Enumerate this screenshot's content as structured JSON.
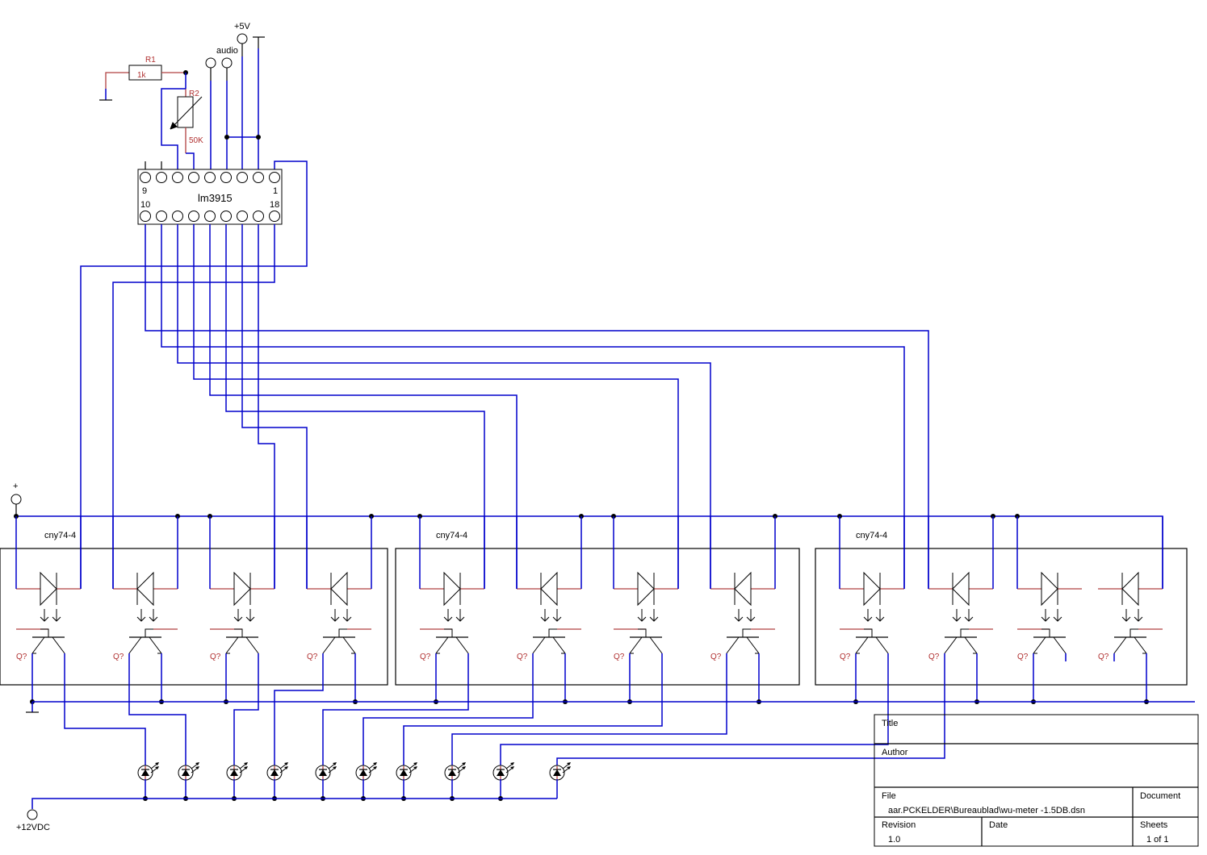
{
  "power": {
    "plus5v_label": "+5V",
    "audio_label": "audio",
    "plus_label": "+",
    "plus12_label": "+12VDC"
  },
  "resistors": {
    "r1": {
      "ref": "R1",
      "value": "1k"
    },
    "r2": {
      "ref": "R2",
      "value": "50K"
    }
  },
  "ic": {
    "name": "lm3915",
    "pin_labels": {
      "top_left": "9",
      "top_right": "1",
      "bottom_left": "10",
      "bottom_right": "18"
    },
    "pins_per_row": 9
  },
  "optocouplers": [
    {
      "label": "cny74-4",
      "channels": [
        {
          "diode_dir": "right",
          "transistor_ref": "Q?",
          "emitter_side": "left"
        },
        {
          "diode_dir": "left",
          "transistor_ref": "Q?",
          "emitter_side": "right"
        },
        {
          "diode_dir": "right",
          "transistor_ref": "Q?",
          "emitter_side": "left"
        },
        {
          "diode_dir": "left",
          "transistor_ref": "Q?",
          "emitter_side": "right"
        }
      ]
    },
    {
      "label": "cny74-4",
      "channels": [
        {
          "diode_dir": "right",
          "transistor_ref": "Q?",
          "emitter_side": "left"
        },
        {
          "diode_dir": "left",
          "transistor_ref": "Q?",
          "emitter_side": "right"
        },
        {
          "diode_dir": "right",
          "transistor_ref": "Q?",
          "emitter_side": "left"
        },
        {
          "diode_dir": "left",
          "transistor_ref": "Q?",
          "emitter_side": "right"
        }
      ]
    },
    {
      "label": "cny74-4",
      "channels": [
        {
          "diode_dir": "right",
          "transistor_ref": "Q?",
          "emitter_side": "left"
        },
        {
          "diode_dir": "left",
          "transistor_ref": "Q?",
          "emitter_side": "right"
        },
        {
          "diode_dir": "right",
          "transistor_ref": "Q?",
          "emitter_side": "left"
        },
        {
          "diode_dir": "left",
          "transistor_ref": "Q?",
          "emitter_side": "right"
        }
      ]
    }
  ],
  "leds": {
    "count": 10
  },
  "title_block": {
    "title_label": "Title",
    "title_value": "",
    "author_label": "Author",
    "author_value": "",
    "file_label": "File",
    "file_value": "aar.PCKELDER\\Bureaublad\\wu-meter -1.5DB.dsn",
    "document_label": "Document",
    "revision_label": "Revision",
    "revision_value": "1.0",
    "date_label": "Date",
    "date_value": "",
    "sheets_label": "Sheets",
    "sheets_value": "1 of 1"
  }
}
